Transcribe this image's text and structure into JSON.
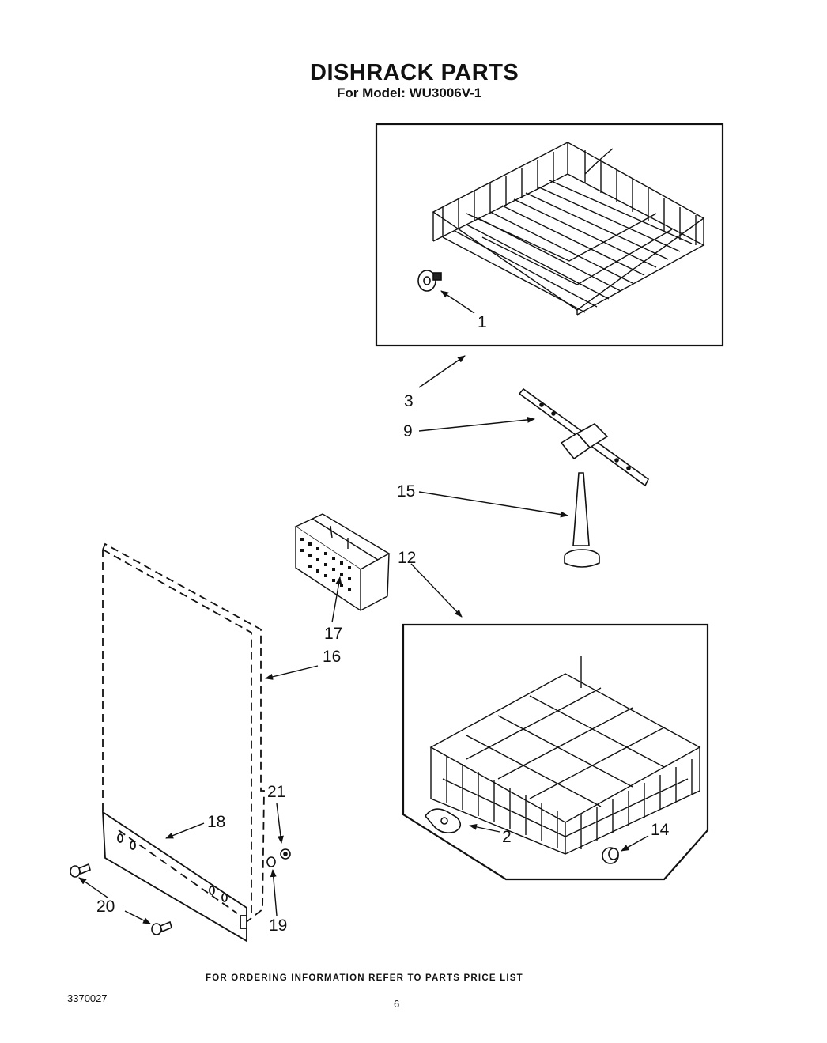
{
  "header": {
    "title": "DISHRACK PARTS",
    "model_line": "For Model: WU3006V-1"
  },
  "callouts": {
    "c1": "1",
    "c2": "2",
    "c3": "3",
    "c9": "9",
    "c12": "12",
    "c14": "14",
    "c15": "15",
    "c16": "16",
    "c17": "17",
    "c18": "18",
    "c19": "19",
    "c20": "20",
    "c21": "21"
  },
  "footer": {
    "ordering_note": "FOR ORDERING INFORMATION REFER TO PARTS PRICE LIST",
    "document_number": "3370027",
    "page_number": "6"
  }
}
